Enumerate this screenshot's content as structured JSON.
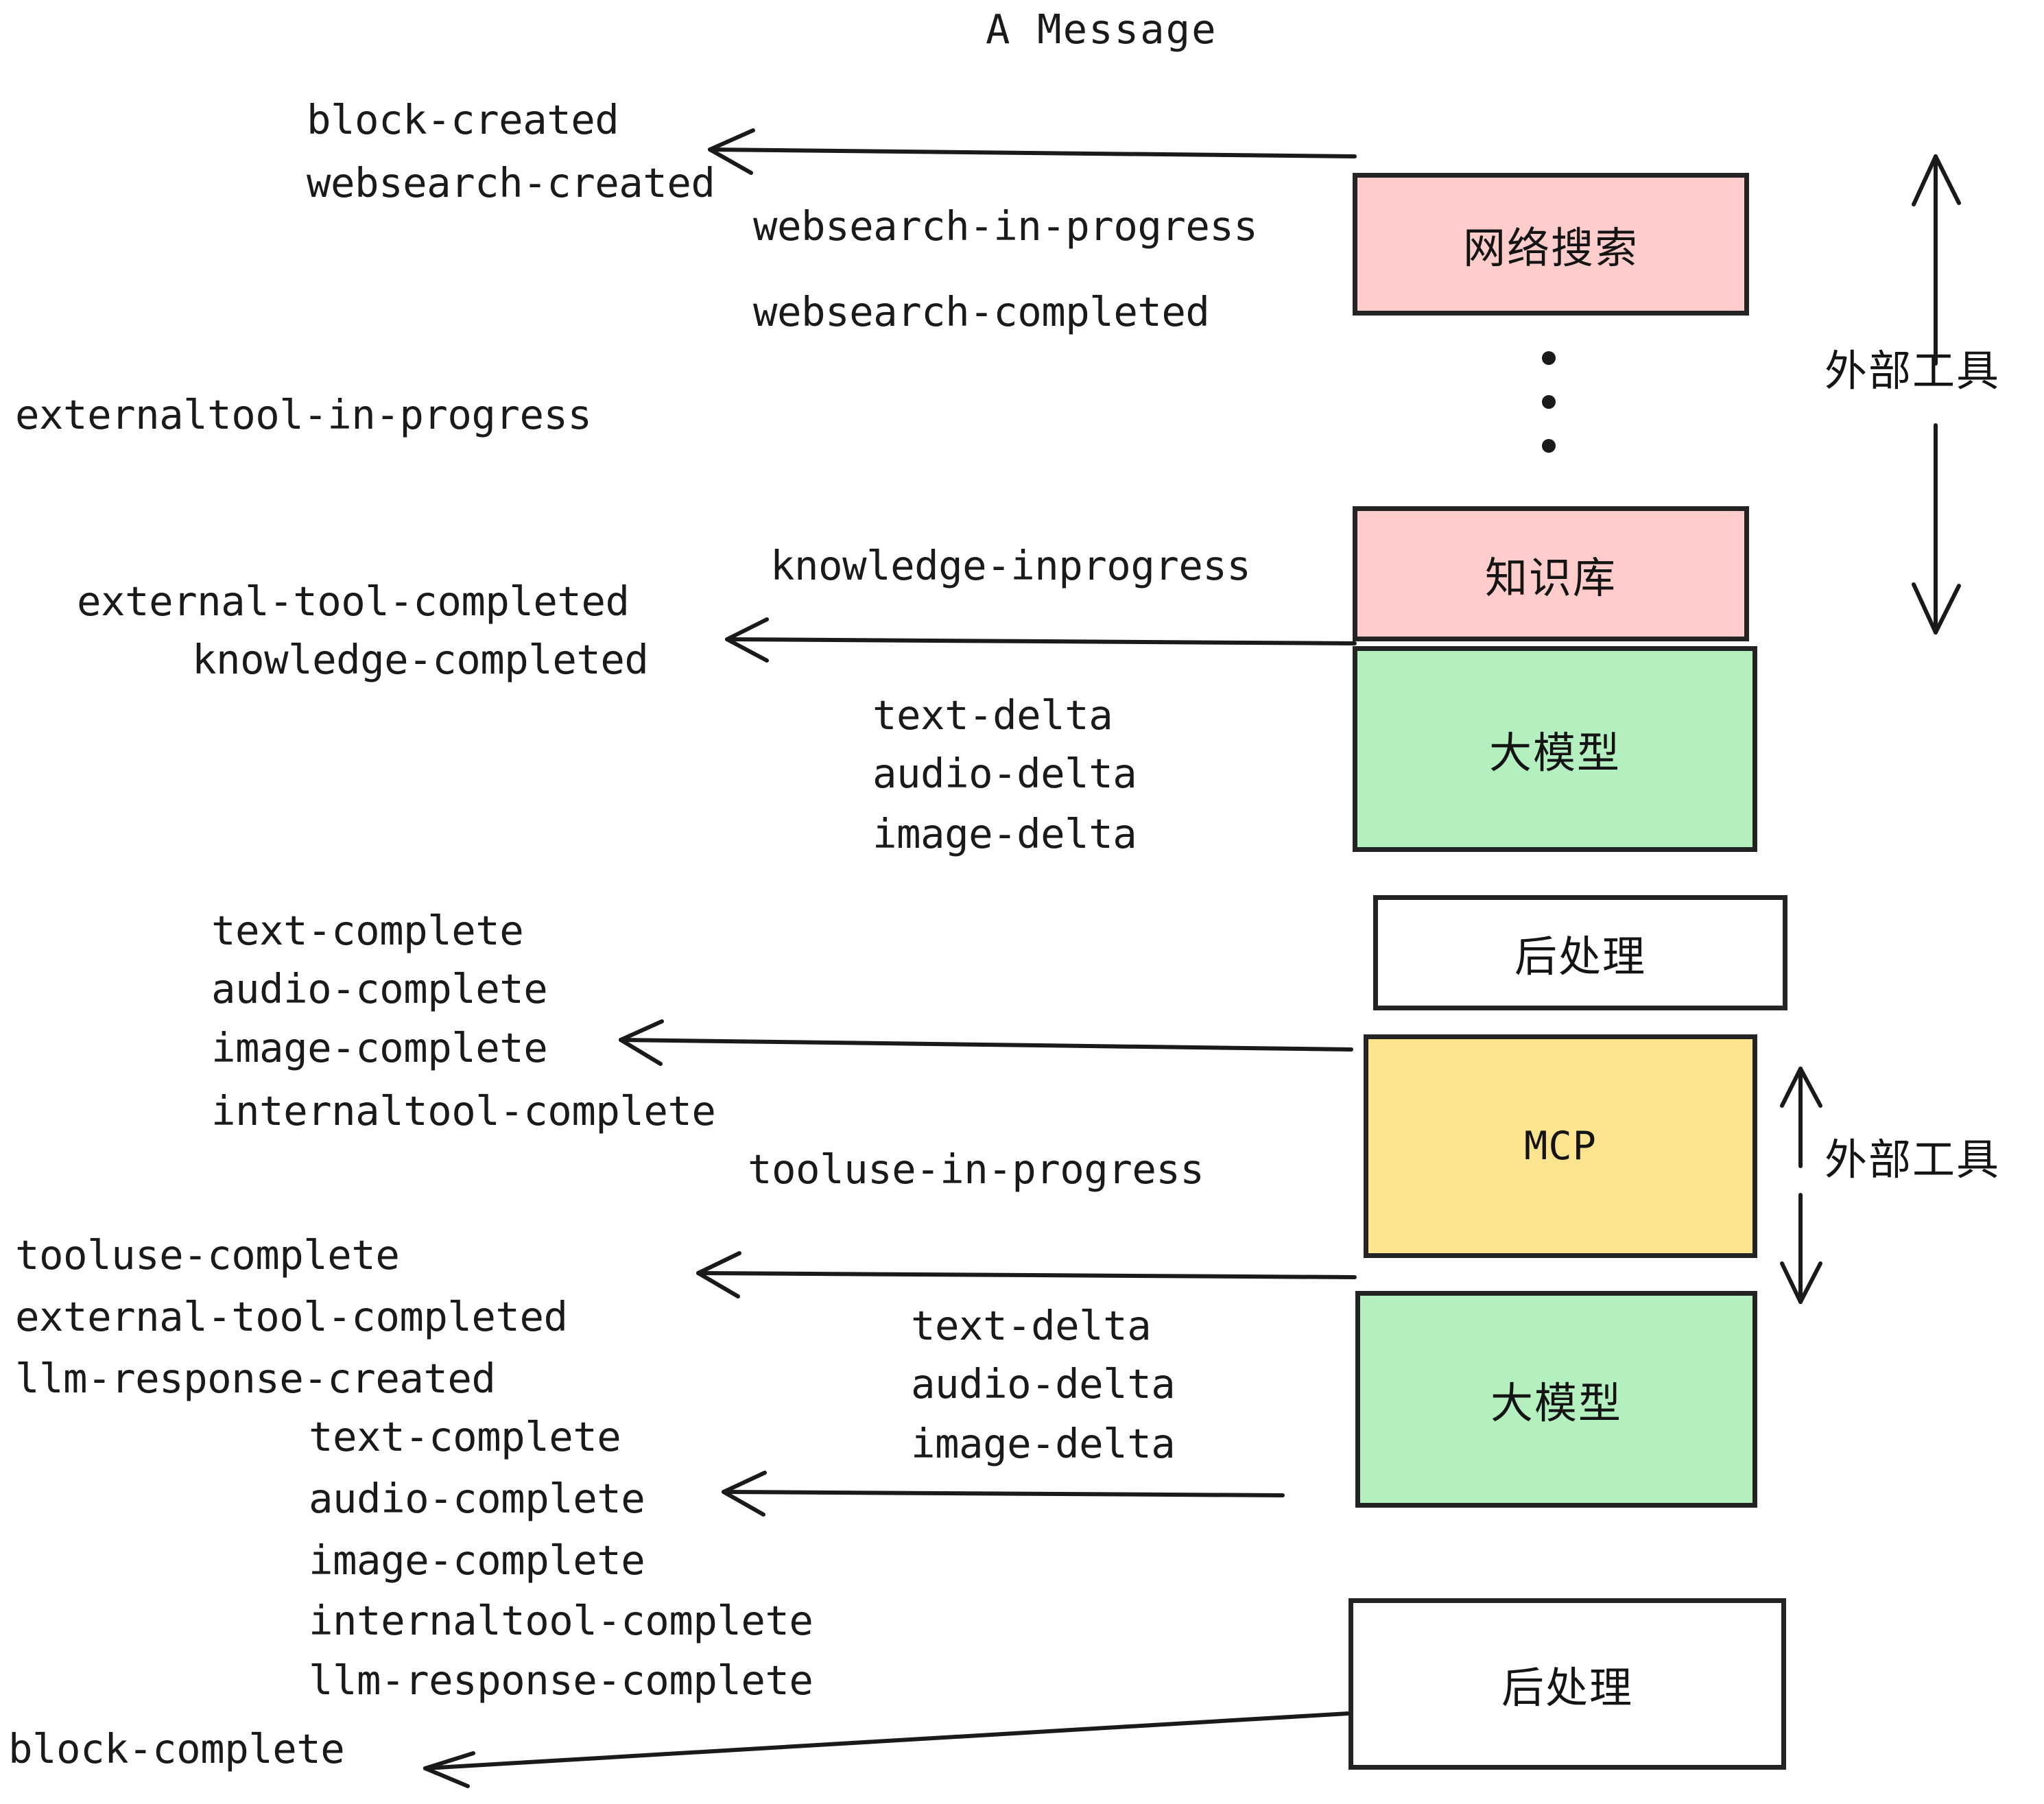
{
  "diagram": {
    "title": "A Message",
    "colors": {
      "pink": "#FFCCCC",
      "green": "#B3EFBF",
      "yellow": "#FCE38F",
      "white": "#FFFFFF",
      "stroke": "#232323",
      "text": "#1a1a1a"
    },
    "boxes": [
      {
        "id": "websearch",
        "label": "网络搜索",
        "fill": "#FFCCCC",
        "script": "cn"
      },
      {
        "id": "knowledge",
        "label": "知识库",
        "fill": "#FFCCCC",
        "script": "cn"
      },
      {
        "id": "llm-1",
        "label": "大模型",
        "fill": "#B3EFBF",
        "script": "cn"
      },
      {
        "id": "postprocess-1",
        "label": "后处理",
        "fill": "#FFFFFF",
        "script": "cn"
      },
      {
        "id": "mcp",
        "label": "MCP",
        "fill": "#FCE38F",
        "script": "en"
      },
      {
        "id": "llm-2",
        "label": "大模型",
        "fill": "#B3EFBF",
        "script": "cn"
      },
      {
        "id": "postprocess-2",
        "label": "后处理",
        "fill": "#FFFFFF",
        "script": "cn"
      }
    ],
    "side_labels": [
      {
        "id": "external-tool-top",
        "label": "外部工具"
      },
      {
        "id": "external-tool-bottom",
        "label": "外部工具"
      }
    ],
    "events": [
      {
        "id": "block-created",
        "label": "block-created"
      },
      {
        "id": "websearch-created",
        "label": "websearch-created"
      },
      {
        "id": "websearch-in-progress",
        "label": "websearch-in-progress"
      },
      {
        "id": "websearch-completed",
        "label": "websearch-completed"
      },
      {
        "id": "externaltool-in-progress",
        "label": "externaltool-in-progress"
      },
      {
        "id": "knowledge-inprogress",
        "label": "knowledge-inprogress"
      },
      {
        "id": "external-tool-completed-1",
        "label": "external-tool-completed"
      },
      {
        "id": "knowledge-completed",
        "label": "knowledge-completed"
      },
      {
        "id": "text-delta-1",
        "label": "text-delta"
      },
      {
        "id": "audio-delta-1",
        "label": "audio-delta"
      },
      {
        "id": "image-delta-1",
        "label": "image-delta"
      },
      {
        "id": "text-complete-1",
        "label": "text-complete"
      },
      {
        "id": "audio-complete-1",
        "label": "audio-complete"
      },
      {
        "id": "image-complete-1",
        "label": "image-complete"
      },
      {
        "id": "internaltool-complete-1",
        "label": "internaltool-complete"
      },
      {
        "id": "tooluse-in-progress",
        "label": "tooluse-in-progress"
      },
      {
        "id": "tooluse-complete",
        "label": "tooluse-complete"
      },
      {
        "id": "external-tool-completed-2",
        "label": "external-tool-completed"
      },
      {
        "id": "llm-response-created",
        "label": "llm-response-created"
      },
      {
        "id": "text-delta-2",
        "label": "text-delta"
      },
      {
        "id": "audio-delta-2",
        "label": "audio-delta"
      },
      {
        "id": "image-delta-2",
        "label": "image-delta"
      },
      {
        "id": "text-complete-2",
        "label": "text-complete"
      },
      {
        "id": "audio-complete-2",
        "label": "audio-complete"
      },
      {
        "id": "image-complete-2",
        "label": "image-complete"
      },
      {
        "id": "internaltool-complete-2",
        "label": "internaltool-complete"
      },
      {
        "id": "llm-response-complete",
        "label": "llm-response-complete"
      },
      {
        "id": "block-complete",
        "label": "block-complete"
      }
    ]
  }
}
